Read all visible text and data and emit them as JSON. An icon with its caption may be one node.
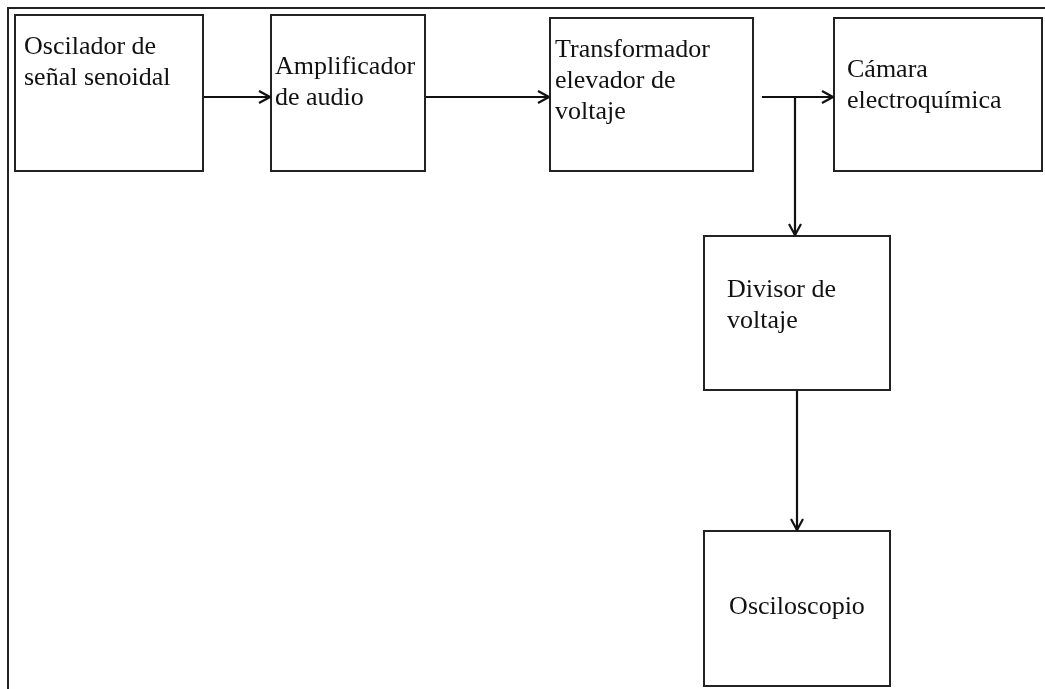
{
  "diagram": {
    "nodes": [
      {
        "text": [
          "Oscilador de señal senoidal"
        ]
      },
      {
        "text": [
          "Amplificador de audio"
        ]
      },
      {
        "text": [
          "Transformador elevador de voltaje"
        ]
      },
      {
        "text": [
          "Cámara electroquímica"
        ]
      },
      {
        "text": [
          "Divisor de voltaje"
        ]
      },
      {
        "text": [
          "Osciloscopio"
        ]
      }
    ],
    "edges": [
      {
        "from": 0,
        "to": 1,
        "arrow": "to"
      },
      {
        "from": 1,
        "to": 2,
        "arrow": "to"
      },
      {
        "from": 2,
        "to": 3,
        "arrow": "to"
      },
      {
        "from": 2,
        "to": 4,
        "arrow": "to"
      },
      {
        "from": 4,
        "to": 5,
        "arrow": "to"
      }
    ]
  }
}
